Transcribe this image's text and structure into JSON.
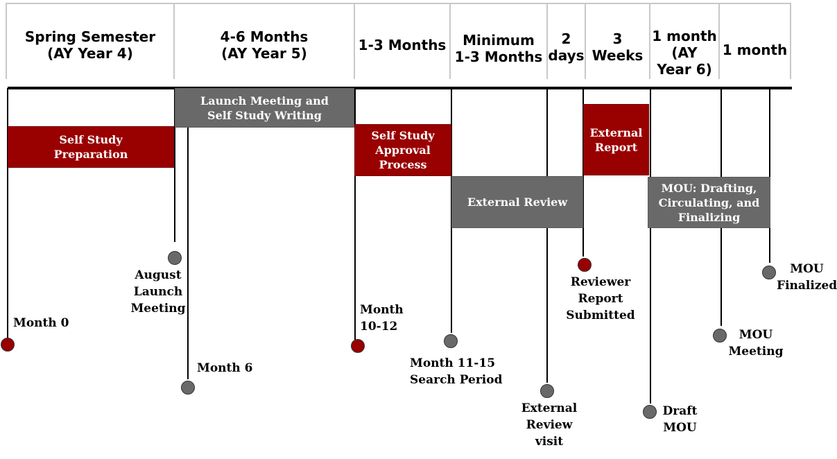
{
  "header": {
    "columns": [
      {
        "label": "Spring Semester\n(AY Year 4)"
      },
      {
        "label": "4-6 Months\n(AY Year 5)"
      },
      {
        "label": "1-3 Months"
      },
      {
        "label": "Minimum\n1-3 Months"
      },
      {
        "label": "2\ndays"
      },
      {
        "label": "3 Weeks"
      },
      {
        "label": "1 month\n(AY\nYear 6)"
      },
      {
        "label": "1 month"
      }
    ]
  },
  "phases": {
    "self_study_preparation": "Self Study\nPreparation",
    "launch_meeting_writing": "Launch Meeting and\nSelf Study Writing",
    "self_study_approval": "Self Study\nApproval Process",
    "external_review": "External Review",
    "external_report": "External\nReport",
    "mou_drafting": "MOU: Drafting,\nCirculating, and\nFinalizing"
  },
  "milestones": {
    "month_0": "Month 0",
    "august_launch": "August\nLaunch\nMeeting",
    "month_6": "Month 6",
    "month_10_12": "Month\n10-12",
    "month_11_15": "Month 11-15\nSearch Period",
    "external_review_visit": "External\nReview\nvisit",
    "reviewer_report": "Reviewer\nReport\nSubmitted",
    "draft_mou": "Draft\nMOU",
    "mou_meeting": "MOU\nMeeting",
    "mou_finalized": "MOU\nFinalized"
  },
  "colors": {
    "accent_red": "#990000",
    "neutral_gray": "#696969",
    "header_divider": "#c8c8c8"
  }
}
